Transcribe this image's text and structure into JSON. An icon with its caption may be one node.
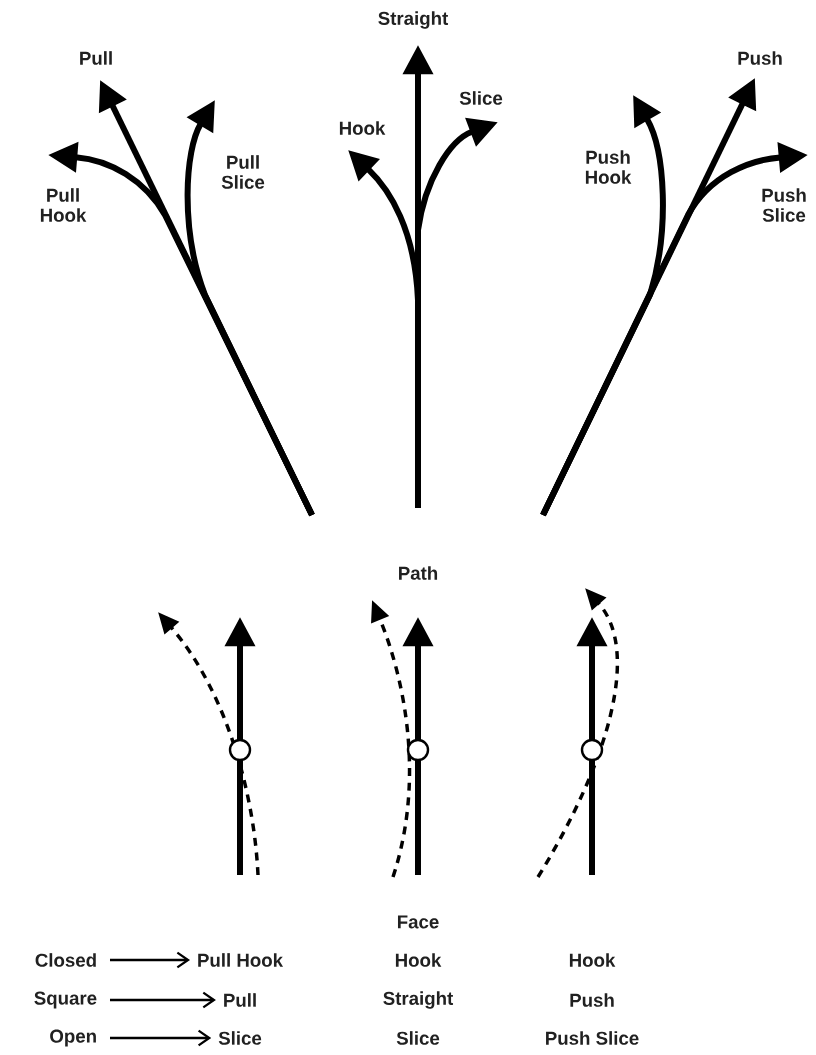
{
  "diagram": {
    "nodes": [
      {
        "text": [
          "Pull"
        ]
      },
      {
        "text": [
          "Pull Hook"
        ]
      },
      {
        "text": [
          "Pull Slice"
        ]
      },
      {
        "text": [
          "Straight"
        ]
      },
      {
        "text": [
          "Hook"
        ]
      },
      {
        "text": [
          "Slice"
        ]
      },
      {
        "text": [
          "Push"
        ]
      },
      {
        "text": [
          "Push Hook"
        ]
      },
      {
        "text": [
          "Push Slice"
        ]
      },
      {
        "text": [
          "Closed"
        ]
      },
      {
        "text": [
          "Pull Hook"
        ]
      },
      {
        "text": [
          "Square"
        ]
      },
      {
        "text": [
          "Pull"
        ]
      },
      {
        "text": [
          "Open"
        ]
      },
      {
        "text": [
          "Slice"
        ]
      }
    ],
    "edges": [
      {
        "from": null,
        "to": 0,
        "arrow": "to"
      },
      {
        "from": null,
        "to": 1,
        "arrow": "to"
      },
      {
        "from": null,
        "to": 2,
        "arrow": "to"
      },
      {
        "from": null,
        "to": 3,
        "arrow": "to"
      },
      {
        "from": null,
        "to": 4,
        "arrow": "to"
      },
      {
        "from": null,
        "to": 5,
        "arrow": "to"
      },
      {
        "from": null,
        "to": 6,
        "arrow": "to"
      },
      {
        "from": null,
        "to": 7,
        "arrow": "to"
      },
      {
        "from": null,
        "to": 8,
        "arrow": "to"
      },
      {
        "from": 9,
        "to": 10,
        "arrow": "to"
      },
      {
        "from": 11,
        "to": 12,
        "arrow": "to"
      },
      {
        "from": 13,
        "to": 14,
        "arrow": "to"
      }
    ],
    "labels": [
      "Path",
      "Face",
      "Hook",
      "Hook",
      "Straight",
      "Push",
      "Slice",
      "Push Slice"
    ]
  }
}
